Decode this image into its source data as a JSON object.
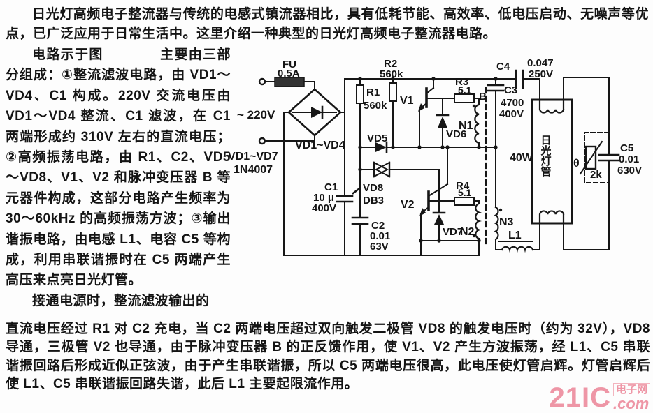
{
  "page": {
    "intro": "日光灯高频电子整流器与传统的电感式镇流器相比，具有低耗节能、高效率、低电压启动、无噪声等优点，已广泛应用于日常生活中。这里介绍一种典型的日光灯高频电子整流器电路。",
    "left_para1": "电路示于图　　　　主要由三部分组成：①整流滤波电路，由 VD1～VD4、C1 构成。220V 交流电压由 VD1～VD4 整流、C1 滤波，在 C1 两端形成约 310V 左右的直流电压；②高频振荡电路，由 R1、C2、VD5～VD8、V1、V2 和脉冲变压器 B 等元器件构成，这部分电路产生频率为 30～60kHz 的高频振荡方波；③输出谐振电路，由电感 L1、电容 C5 等构成，利用串联谐振时在 C5 两端产生高压来点亮日光灯管。",
    "left_para2": "接通电源时，整流滤波输出的",
    "bottom_para": "直流电压经过 R1 对 C2 充电，当 C2 两端电压超过双向触发二极管 VD8 的触发电压时（约为 32V），VD8 导通，三极管 V2 也导通，由于脉冲变压器 B 的正反馈作用，使 V1、V2 产生方波振荡，经 L1、C5 串联谐振回路后形成近似正弦波，由于产生串联谐振，所以 C5 两端电压很高，此电压使灯管启辉。灯管启辉后使 L1、C5 串联谐振回路失谐，此后 L1 主要起限流作用。"
  },
  "circuit": {
    "fu": "FU",
    "fu_rating": "0.5A",
    "ac": "~ 220V",
    "diodes_note1": "VD1~VD7",
    "diodes_note2": "1N4007",
    "bridge": "VD1~VD4",
    "c1": "C1",
    "c1_val": "10 μ",
    "c1_v": "400V",
    "r1": "R1",
    "r1_val": "560k",
    "r2": "R2",
    "r2_val": "560k",
    "vd5": "VD5",
    "vd8": "VD8",
    "vd8_type": "DB3",
    "c2": "C2",
    "c2_val": "0.01",
    "c2_v": "63V",
    "v1": "V1",
    "v2": "V2",
    "vd6": "VD6",
    "vd7": "VD7",
    "r3": "R3",
    "r3_val": "5.1",
    "r4": "R4",
    "r4_val": "5.1",
    "b": "B",
    "n1": "N1",
    "n2": "N2",
    "n3": "N3",
    "l1": "L1",
    "c3": "C3",
    "c3_val": "4700",
    "c3_v": "400V",
    "c4": "C4",
    "c4_val": "0.047",
    "c4_v": "250V",
    "c5": "C5",
    "c5_val": "0.01",
    "c5_v": "630V",
    "lamp_w": "40W",
    "lamp": "日光灯管",
    "theta": "θ",
    "ptc_val": "2k"
  },
  "watermark": {
    "brand": "21IC",
    "suffix": ".com",
    "cn": "电子网",
    "color": "#ee96a6"
  }
}
